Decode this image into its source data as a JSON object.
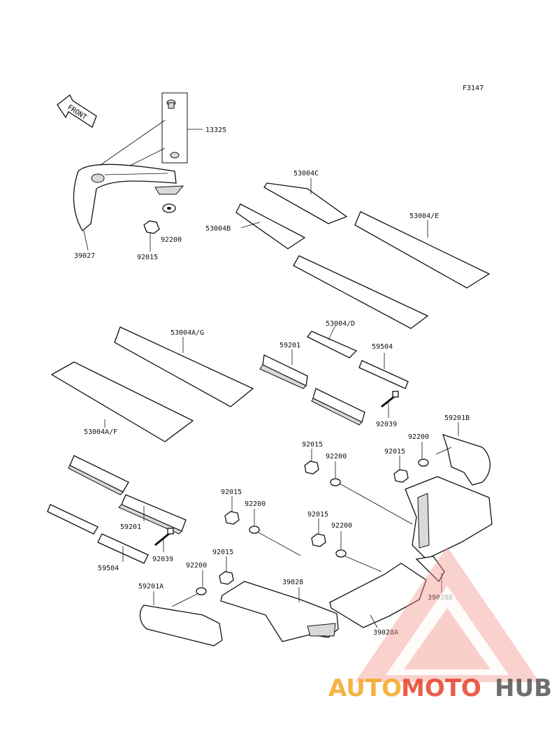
{
  "figure_code": "F3147",
  "front_label": "FRONT",
  "parts": {
    "p13325": "13325",
    "p39027": "39027",
    "p92200_a": "92200",
    "p92015_a": "92015",
    "p53004C": "53004C",
    "p53004B": "53004B",
    "p53004E": "53004/E",
    "p53004D": "53004/D",
    "p53004AG": "53004A/G",
    "p59201_a": "59201",
    "p59504_a": "59504",
    "p92039_a": "92039",
    "p53004AF": "53004A/F",
    "p59201B": "59201B",
    "p92015_b": "92015",
    "p92200_b": "92200",
    "p92015_c": "92015",
    "p92200_c": "92200",
    "p92015_d": "92015",
    "p92200_d": "92200",
    "p92015_e": "92015",
    "p92200_e": "92200",
    "p92015_f": "92015",
    "p92200_f": "92200",
    "p59201_b": "59201",
    "p59504_b": "59504",
    "p92039_b": "92039",
    "p59201A": "59201A",
    "p39028": "39028",
    "p39028B": "39028B",
    "p39028A": "39028A"
  },
  "watermark": {
    "part1": "AUTO",
    "part2": "MOTO",
    "part3": "HUB",
    "color1": "#f5a623",
    "color2": "#e8412c",
    "color3": "#555555"
  }
}
